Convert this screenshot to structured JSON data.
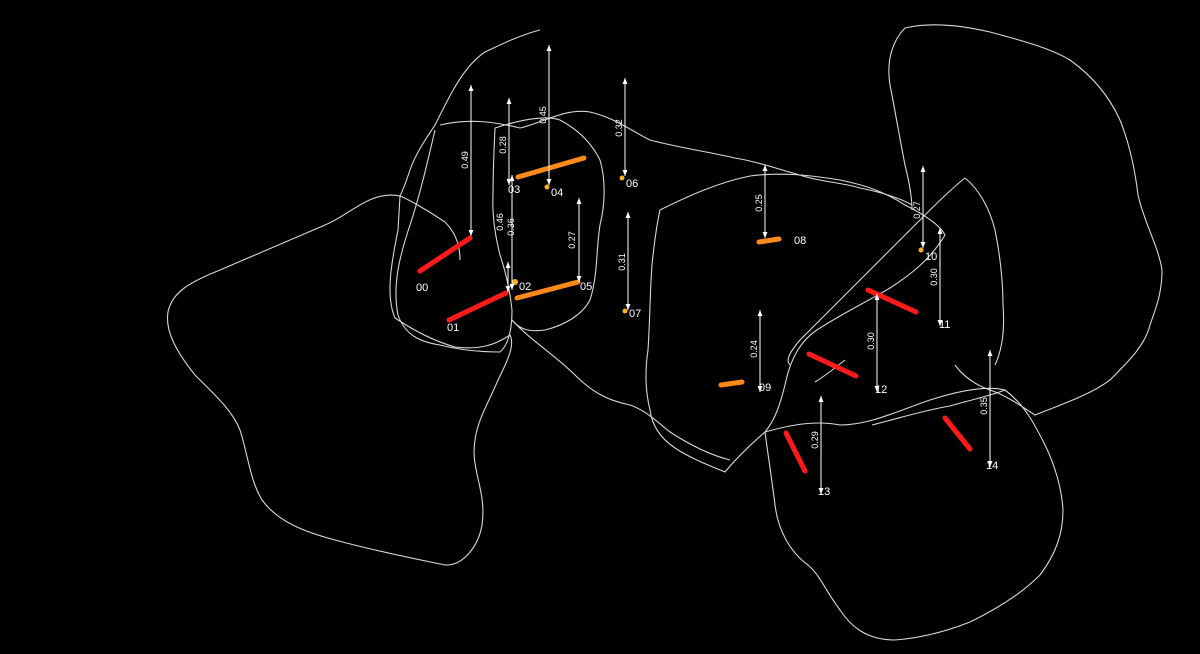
{
  "colors": {
    "background": "#000000",
    "outline": "#d8d8d8",
    "high": "#ff1a1a",
    "mid": "#ff8a1a",
    "dot": "#ffb020",
    "arrow": "#ffffff"
  },
  "items": [
    {
      "id": "00",
      "value": "0.49",
      "kind": "bar",
      "color": "high"
    },
    {
      "id": "01",
      "value": "",
      "kind": "bar",
      "color": "high"
    },
    {
      "id": "02",
      "value": "0.46",
      "kind": "dot",
      "color": "dot"
    },
    {
      "id": "03",
      "value": "0.28",
      "kind": "bar",
      "color": "mid"
    },
    {
      "id": "04",
      "value": "0.45",
      "kind": "dot",
      "color": "dot"
    },
    {
      "id": "05",
      "value": "0.27",
      "kind": "bar",
      "color": "mid"
    },
    {
      "id": "06",
      "value": "0.32",
      "kind": "dot",
      "color": "dot"
    },
    {
      "id": "07",
      "value": "0.31",
      "kind": "dot",
      "color": "dot"
    },
    {
      "id": "08",
      "value": "0.25",
      "kind": "bar",
      "color": "mid"
    },
    {
      "id": "09",
      "value": "0.24",
      "kind": "bar",
      "color": "mid"
    },
    {
      "id": "10",
      "value": "0.27",
      "kind": "dot",
      "color": "dot"
    },
    {
      "id": "11",
      "value": "0.30",
      "kind": "bar",
      "color": "high"
    },
    {
      "id": "12",
      "value": "0.30",
      "kind": "bar",
      "color": "high"
    },
    {
      "id": "13",
      "value": "0.29",
      "kind": "bar",
      "color": "high"
    },
    {
      "id": "14",
      "value": "0.35",
      "kind": "bar",
      "color": "high"
    }
  ],
  "extra_values": [
    "0.36"
  ]
}
